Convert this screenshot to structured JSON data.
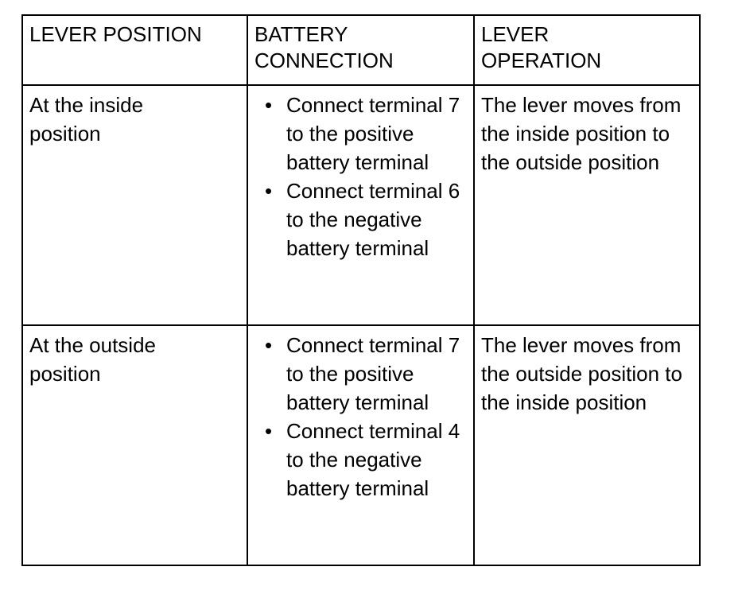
{
  "table": {
    "headers": [
      {
        "label": "LEVER POSITION"
      },
      {
        "label": "BATTERY\nCONNECTION"
      },
      {
        "label": "LEVER\nOPERATION"
      }
    ],
    "rows": [
      {
        "lever_position": "At the inside\nposition",
        "battery_connection": [
          "Connect terminal 7 to the positive battery terminal",
          "Connect terminal 6 to the negative battery terminal"
        ],
        "lever_operation": "The lever moves from the inside position to the outside position"
      },
      {
        "lever_position": "At the outside\nposition",
        "battery_connection": [
          "Connect terminal 7 to the positive battery terminal",
          "Connect terminal 4 to the negative battery terminal"
        ],
        "lever_operation": "The lever moves from the outside position to the inside position"
      }
    ],
    "bullet_glyph": "•",
    "colors": {
      "border": "#000000",
      "text": "#000000",
      "background": "#ffffff"
    }
  }
}
